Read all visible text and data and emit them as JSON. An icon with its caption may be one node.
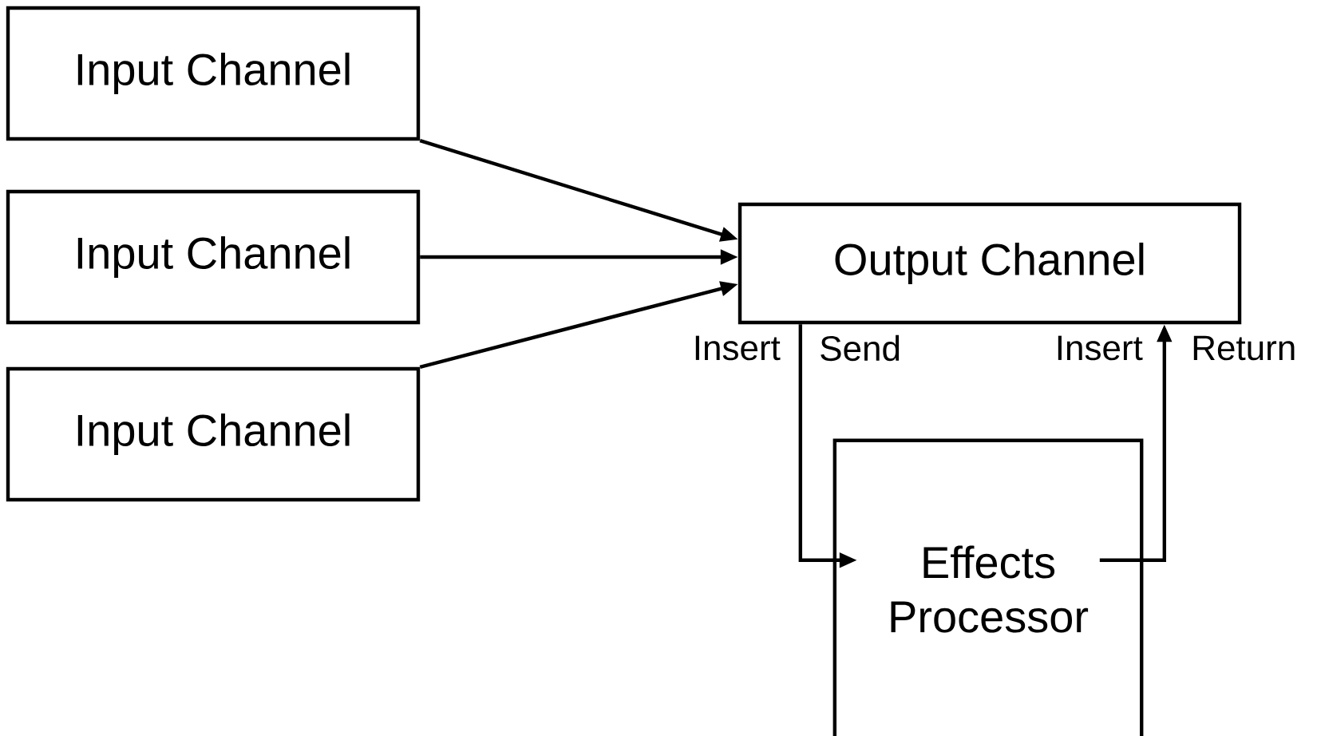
{
  "diagram": {
    "nodes": [
      {
        "text": [
          "Input Channel"
        ]
      },
      {
        "text": [
          "Input Channel"
        ]
      },
      {
        "text": [
          "Input Channel"
        ]
      },
      {
        "text": [
          "Output Channel"
        ]
      },
      {
        "text": [
          "Effects Processor"
        ]
      }
    ],
    "edges": [
      {
        "from": 0,
        "to": 3,
        "arrow": "to"
      },
      {
        "from": 1,
        "to": 3,
        "arrow": "to"
      },
      {
        "from": 2,
        "to": 3,
        "arrow": "to"
      },
      {
        "from": 3,
        "to": 4,
        "arrow": "to"
      },
      {
        "from": 4,
        "to": 3,
        "arrow": "to"
      }
    ],
    "labels": [
      "Insert",
      "Send",
      "Insert",
      "Return"
    ]
  }
}
